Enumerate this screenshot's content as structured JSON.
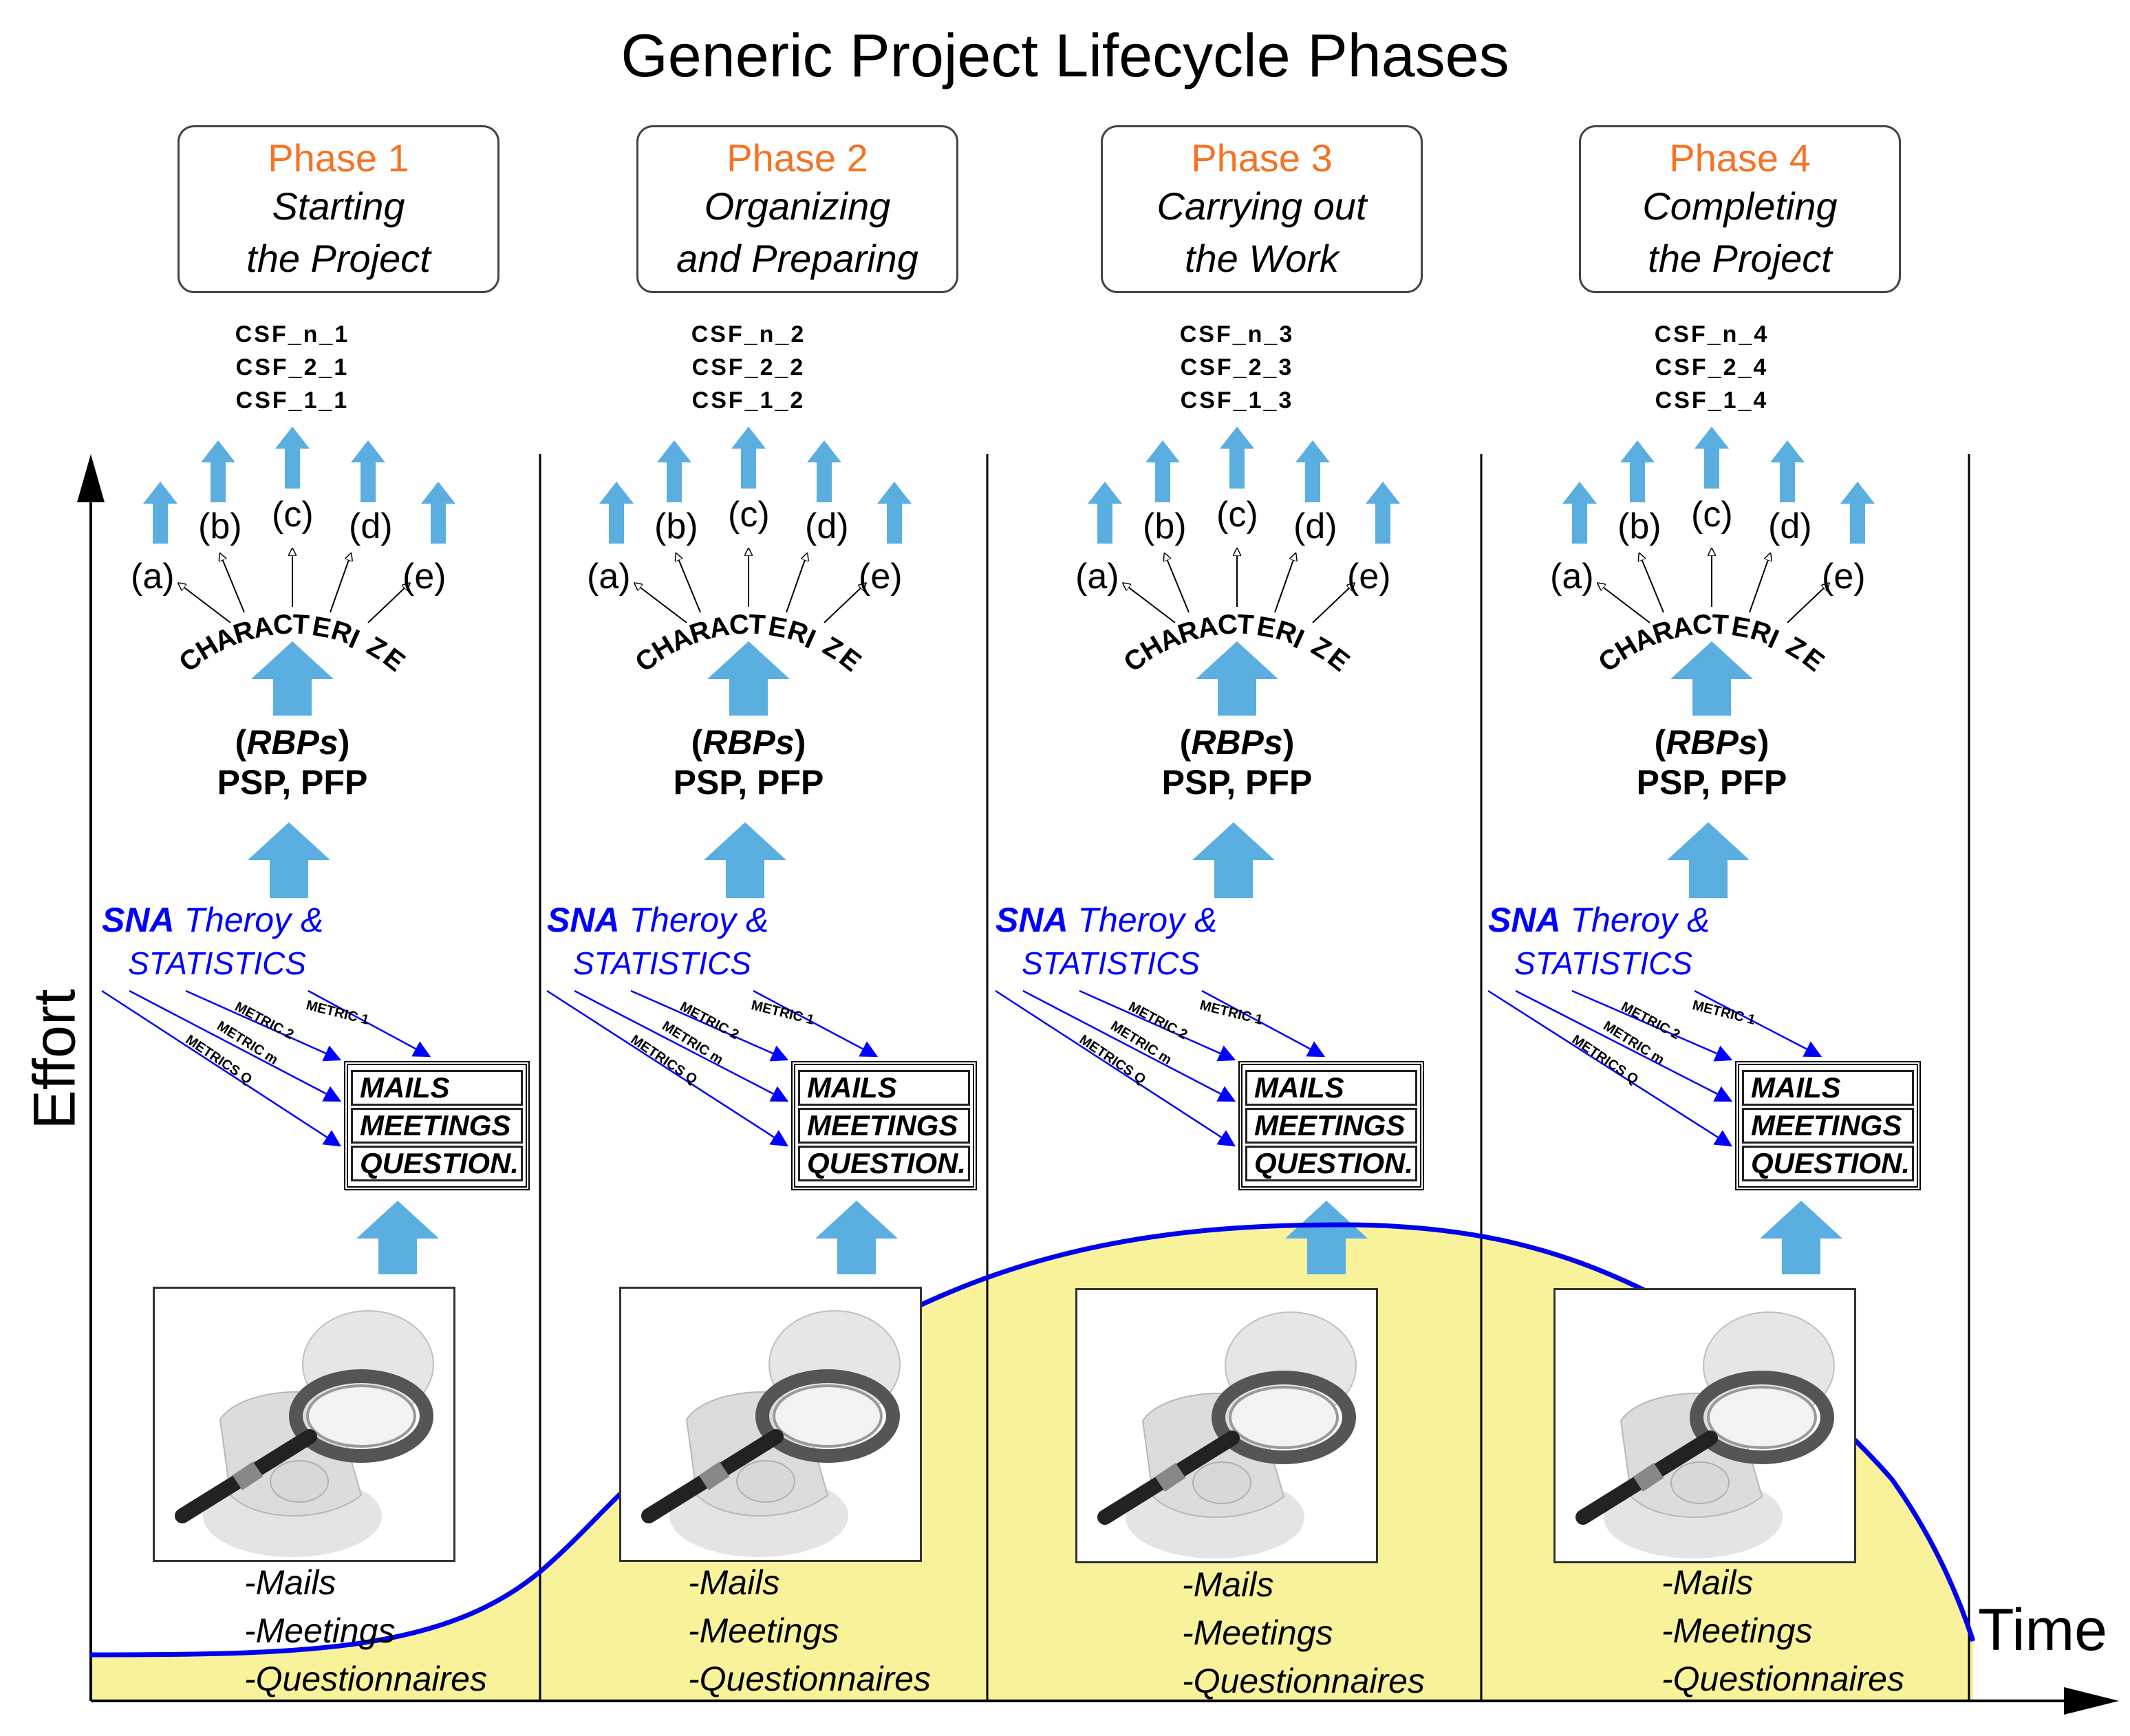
{
  "title": "Generic Project Lifecycle Phases",
  "y_axis_label": "Effort",
  "x_axis_label": "Time",
  "colors": {
    "phase_label": "#f47325",
    "arrow": "#5aaee0",
    "sna_text": "#0000ff",
    "curve": "#0000ee",
    "fill": "#f8f29a"
  },
  "characterize_word": "CHARACTERIZE",
  "characterize_letters": [
    "C",
    "H",
    "A",
    "R",
    "A",
    "C",
    "T",
    "E",
    "R",
    "I",
    "Z",
    "E"
  ],
  "output_letters": [
    "(a)",
    "(b)",
    "(c)",
    "(d)",
    "(e)"
  ],
  "rbp": {
    "open": "(",
    "label": "RBPs",
    "close": ")",
    "line2": "PSP, PFP"
  },
  "sna": {
    "bold": "SNA",
    "rest": " Theroy &",
    "line2": "STATISTICS"
  },
  "metrics": [
    "METRIC 1",
    "METRIC 2",
    "METRIC m",
    "METRICS Q"
  ],
  "data_sources": [
    "MAILS",
    "MEETINGS",
    "QUESTION."
  ],
  "source_list": [
    "-Mails",
    "-Meetings",
    "-Questionnaires"
  ],
  "phases": [
    {
      "label": "Phase 1",
      "name": "Starting\nthe Project",
      "csf": [
        "CSF_n_1",
        "CSF_2_1",
        "CSF_1_1"
      ]
    },
    {
      "label": "Phase 2",
      "name": "Organizing\nand Preparing",
      "csf": [
        "CSF_n_2",
        "CSF_2_2",
        "CSF_1_2"
      ]
    },
    {
      "label": "Phase 3",
      "name": "Carrying out\nthe Work",
      "csf": [
        "CSF_n_3",
        "CSF_2_3",
        "CSF_1_3"
      ]
    },
    {
      "label": "Phase 4",
      "name": "Completing\nthe Project",
      "csf": [
        "CSF_n_4",
        "CSF_2_4",
        "CSF_1_4"
      ]
    }
  ]
}
